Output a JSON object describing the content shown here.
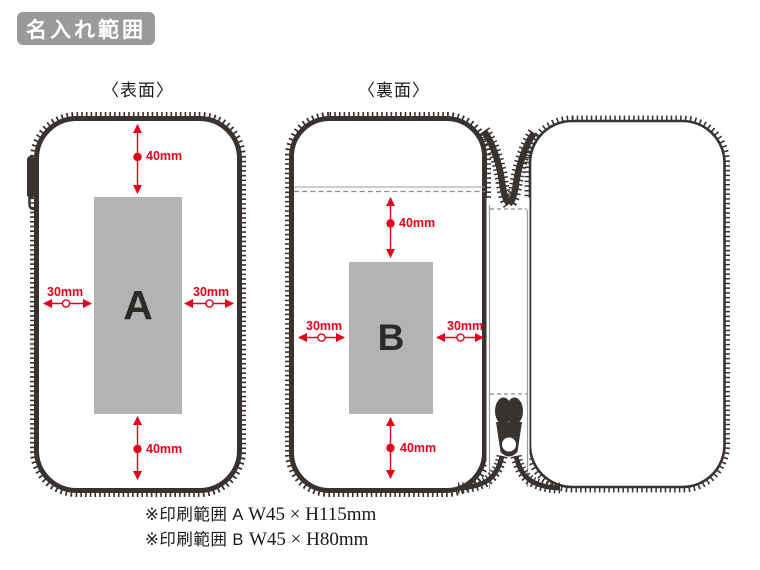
{
  "header": {
    "badge": "名入れ範囲"
  },
  "front_view": {
    "title": "〈表面〉",
    "print_area_label": "A",
    "dimensions": {
      "top": "40mm",
      "bottom": "40mm",
      "left": "30mm",
      "right": "30mm"
    }
  },
  "back_view": {
    "title": "〈裏面〉",
    "print_area_label": "B",
    "dimensions": {
      "top": "40mm",
      "bottom": "40mm",
      "left": "30mm",
      "right": "30mm"
    }
  },
  "notes": [
    {
      "prefix": "※印刷範囲 A ",
      "dims": "W45 × H115mm"
    },
    {
      "prefix": "※印刷範囲 B ",
      "dims": "W45 × H80mm"
    }
  ],
  "colors": {
    "accent_red": "#e60019",
    "case_dark": "#383330",
    "print_area_gray": "#b3b3b3",
    "badge_gray": "#9a9a9a"
  }
}
